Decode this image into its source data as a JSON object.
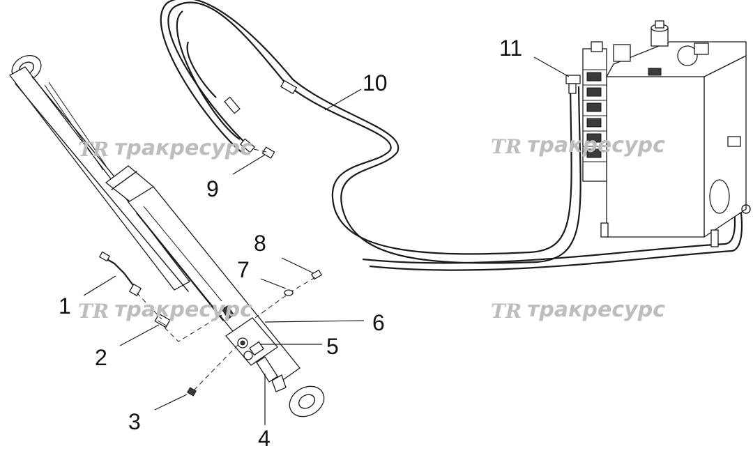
{
  "watermark": {
    "logo": "TR",
    "text": "тракресурс"
  },
  "callouts": [
    "1",
    "2",
    "3",
    "4",
    "5",
    "6",
    "7",
    "8",
    "9",
    "10",
    "11"
  ]
}
